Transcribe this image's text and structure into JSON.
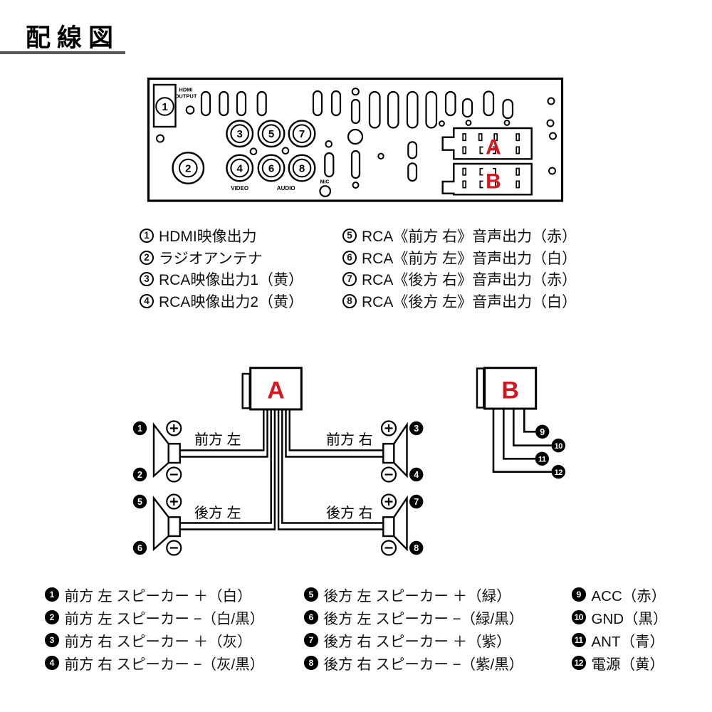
{
  "title": "配線図",
  "colors": {
    "accent_red": "#d7171f",
    "underline_gray": "#555555",
    "line_black": "#000000"
  },
  "panel": {
    "hdmi1": "HDMI",
    "hdmi2": "OUTPUT",
    "video": "VIDEO",
    "audio": "AUDIO",
    "mic": "MIC",
    "a": "A",
    "b": "B",
    "jacks": {
      "j1": "1",
      "j2": "2",
      "j3": "3",
      "j4": "4",
      "j5": "5",
      "j6": "6",
      "j7": "7",
      "j8": "8"
    }
  },
  "port_legend": {
    "left": [
      {
        "num": "1",
        "text": "HDMI映像出力"
      },
      {
        "num": "2",
        "text": "ラジオアンテナ"
      },
      {
        "num": "3",
        "text": "RCA映像出力1（黄）"
      },
      {
        "num": "4",
        "text": "RCA映像出力2（黄）"
      }
    ],
    "right": [
      {
        "num": "5",
        "text": "RCA《前方 右》音声出力（赤）"
      },
      {
        "num": "6",
        "text": "RCA《前方 左》音声出力（白）"
      },
      {
        "num": "7",
        "text": "RCA《後方 右》音声出力（赤）"
      },
      {
        "num": "8",
        "text": "RCA《後方 左》音声出力（白）"
      }
    ]
  },
  "wiring": {
    "a": "A",
    "b": "B",
    "labels": {
      "front_left": "前方 左",
      "front_right": "前方 右",
      "rear_left": "後方 左",
      "rear_right": "後方 右"
    },
    "badges": {
      "b1": "1",
      "b2": "2",
      "b3": "3",
      "b4": "4",
      "b5": "5",
      "b6": "6",
      "b7": "7",
      "b8": "8",
      "b9": "9",
      "b10": "10",
      "b11": "11",
      "b12": "12"
    }
  },
  "wire_legend": {
    "col1": [
      {
        "num": "1",
        "text": "前方 左 スピーカー ＋（白）"
      },
      {
        "num": "2",
        "text": "前方 左 スピーカー −（白/黒）"
      },
      {
        "num": "3",
        "text": "前方 右 スピーカー ＋（灰）"
      },
      {
        "num": "4",
        "text": "前方 右 スピーカー −（灰/黒）"
      }
    ],
    "col2": [
      {
        "num": "5",
        "text": "後方 左 スピーカー ＋（緑）"
      },
      {
        "num": "6",
        "text": "後方 左 スピーカー −（緑/黒）"
      },
      {
        "num": "7",
        "text": "後方 右 スピーカー ＋（紫）"
      },
      {
        "num": "8",
        "text": "後方 右 スピーカー −（紫/黒）"
      }
    ],
    "col3": [
      {
        "num": "9",
        "text": "ACC（赤）"
      },
      {
        "num": "10",
        "text": "GND（黒）"
      },
      {
        "num": "11",
        "text": "ANT（青）"
      },
      {
        "num": "12",
        "text": "電源（黄）"
      }
    ]
  }
}
